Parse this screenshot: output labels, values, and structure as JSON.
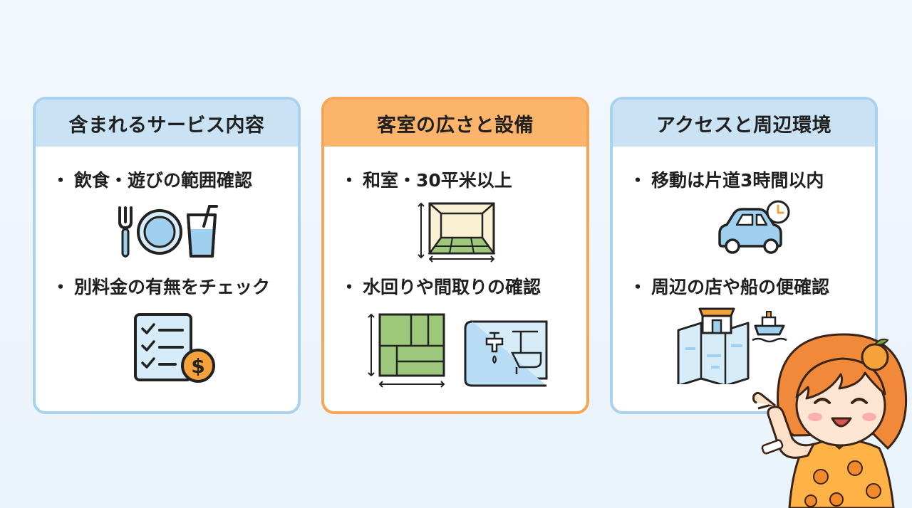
{
  "cards": [
    {
      "title": "含まれるサービス内容",
      "items": [
        "飲食・遊びの範囲確認",
        "別料金の有無をチェック"
      ],
      "icons": [
        "fork-plate-drink-icon",
        "checklist-money-icon"
      ]
    },
    {
      "title": "客室の広さと設備",
      "items": [
        "和室・30平米以上",
        "水回りや間取りの確認"
      ],
      "icons": [
        "tatami-room-icon",
        "floorplan-water-icon"
      ]
    },
    {
      "title": "アクセスと周辺環境",
      "items": [
        "移動は片道3時間以内",
        "周辺の店や船の便確認"
      ],
      "icons": [
        "car-clock-icon",
        "map-shop-ship-icon"
      ]
    }
  ],
  "bullet": "・",
  "colors": {
    "blue_border": "#a9d2ee",
    "blue_header": "#c9e3f5",
    "orange_border": "#f6a657",
    "orange_header": "#fbb46a",
    "icon_blue": "#9fd0f0",
    "icon_green": "#9dc77a",
    "accent_orange": "#f6a23a"
  },
  "mascot": "orange-haired-girl-pointing-icon"
}
